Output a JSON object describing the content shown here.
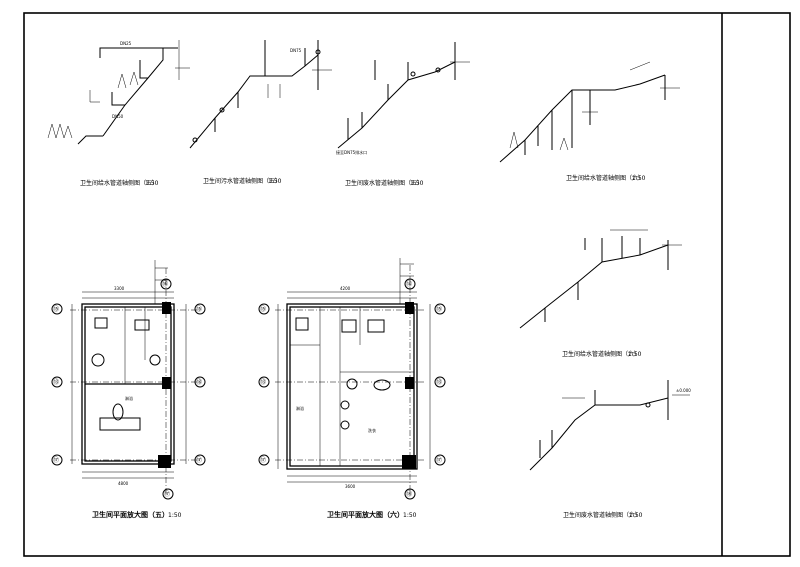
{
  "drawing_titles": {
    "iso_water_5": "卫生间给水管道轴侧图（五）",
    "iso_drain_5a": "卫生间污水管道轴侧图（五）",
    "iso_waste_5b": "卫生间废水管道轴侧图（五）",
    "iso_water_6_top": "卫生间给水管道轴侧图（六）",
    "plan_5": "卫生间平面放大图（五）",
    "plan_6": "卫生间平面放大图（六）",
    "iso_water_6_mid": "卫生间给水管道轴侧图（六）",
    "iso_waste_6": "卫生间废水管道轴侧图（六）"
  },
  "scales": {
    "iso_water_5": "1:50",
    "iso_drain_5a": "1:50",
    "iso_waste_5b": "1:50",
    "iso_water_6_top": "1:50",
    "plan_5": "1:50",
    "plan_6": "1:50",
    "iso_water_6_mid": "1:50",
    "iso_waste_6": "1:50"
  },
  "axis_bubbles": {
    "plan_5_left": [
      "⑮",
      "⑬",
      "⑰"
    ],
    "plan_5_right": [
      "⑮",
      "⑬",
      "⑰"
    ],
    "plan_5_top": "⑯",
    "plan_5_bottom": "⑰",
    "plan_6_left": [
      "⑮",
      "⑬",
      "⑰"
    ],
    "plan_6_right": [
      "⑮",
      "⑬",
      "⑰"
    ],
    "plan_6_top": "⑱",
    "plan_6_bottom": "⑱"
  },
  "plan_dims": {
    "plan_5_total_top": "3300",
    "plan_5_total_bottom": "4800",
    "plan_6_total_top": "4200",
    "plan_6_total_bottom": "3600",
    "plan_6_room": "洗衣",
    "plan_6_room2": "淋浴",
    "plan_5_room": "淋浴"
  },
  "iso_labels": {
    "pipe_dn": "DN50",
    "pipe_dn2": "DN75",
    "pipe_dn3": "DN25",
    "elev": "±0.000",
    "waste_note": "接至DN75排水口"
  },
  "colors": {
    "ink": "#000000",
    "paper": "#ffffff"
  }
}
